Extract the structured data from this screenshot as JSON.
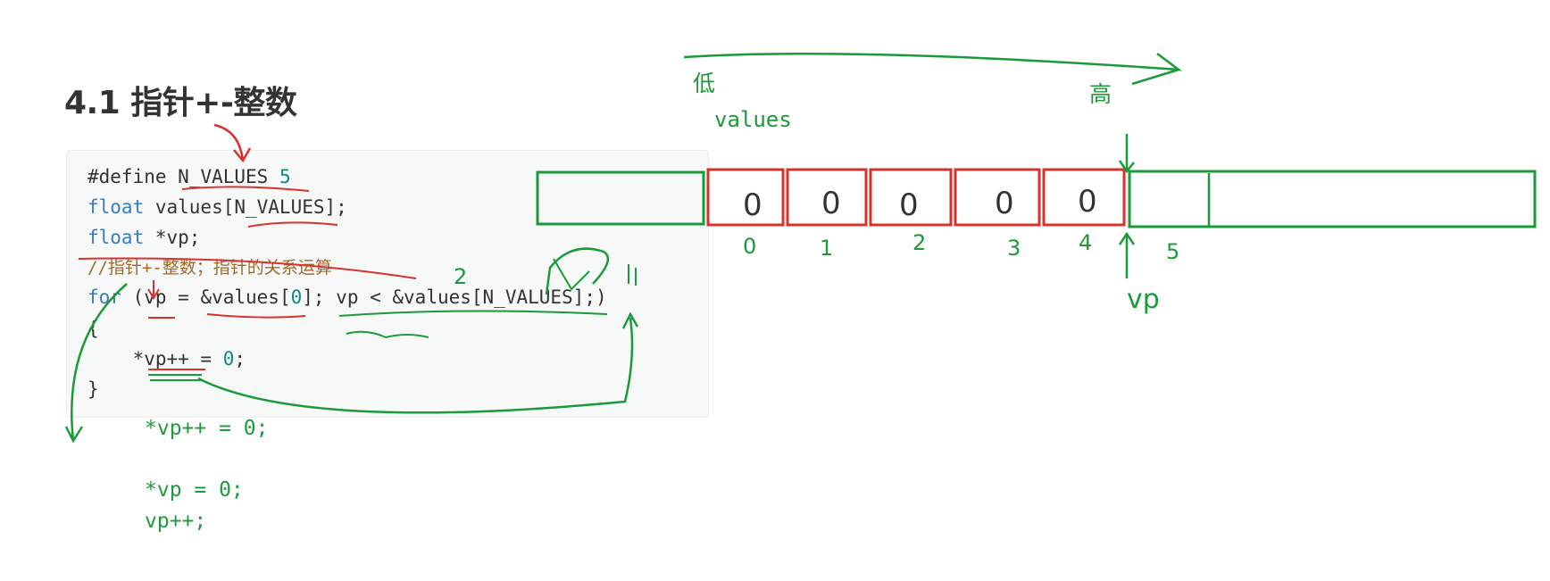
{
  "heading": "4.1 指针+-整数",
  "code": {
    "line1": {
      "directive": "#define",
      "macro": "N_VALUES",
      "value": "5"
    },
    "line2": {
      "type": "float",
      "text": " values[N_VALUES];"
    },
    "line3": {
      "type": "float",
      "text": " *vp;"
    },
    "line4": {
      "comment": "//指针+-整数；指针的关系运算"
    },
    "line5": {
      "kw": "for",
      "a": " (vp = &values[",
      "zero": "0",
      "b": "]; vp < &values[N_VALUES];)"
    },
    "line6": "{",
    "line7": {
      "a": "    *vp++ = ",
      "zero": "0",
      "b": ";"
    },
    "line8": "}"
  },
  "extra_code": [
    "*vp++ = 0;",
    "*vp = 0;",
    "vp++;"
  ],
  "annotations": {
    "low": "低",
    "high": "高",
    "array_name": "values",
    "cell_values": [
      "0",
      "0",
      "0",
      "0",
      "0"
    ],
    "indices": [
      "0",
      "1",
      "2",
      "3",
      "4",
      "5"
    ],
    "pointer": "vp",
    "mark_two": "2"
  },
  "colors": {
    "green": "#1b9a3a",
    "red": "#d8322d",
    "keyword": "#3a7dbf",
    "number": "#0f8a7e",
    "comment": "#a06a2a"
  }
}
